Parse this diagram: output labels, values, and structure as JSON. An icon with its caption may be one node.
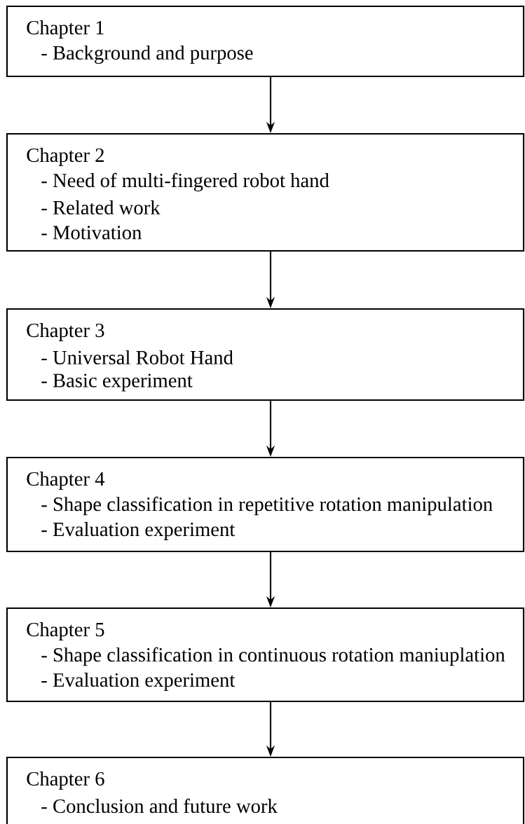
{
  "diagram": {
    "nodes": [
      {
        "text": [
          "Chapter 1",
          "- Background and purpose"
        ]
      },
      {
        "text": [
          "Chapter 2",
          "- Need of multi-fingered robot hand",
          "- Related work",
          "- Motivation"
        ]
      },
      {
        "text": [
          "Chapter 3",
          "- Universal Robot Hand",
          "- Basic experiment"
        ]
      },
      {
        "text": [
          "Chapter 4",
          "- Shape classification in repetitive rotation manipulation",
          "- Evaluation experiment"
        ]
      },
      {
        "text": [
          "Chapter 5",
          "- Shape classification in continuous rotation maniuplation",
          "- Evaluation experiment"
        ]
      },
      {
        "text": [
          "Chapter 6",
          "- Conclusion and future work"
        ]
      }
    ],
    "edges": [
      {
        "from": 0,
        "to": 1,
        "arrow": "to"
      },
      {
        "from": 1,
        "to": 2,
        "arrow": "to"
      },
      {
        "from": 2,
        "to": 3,
        "arrow": "to"
      },
      {
        "from": 3,
        "to": 4,
        "arrow": "to"
      },
      {
        "from": 4,
        "to": 5,
        "arrow": "to"
      }
    ]
  }
}
